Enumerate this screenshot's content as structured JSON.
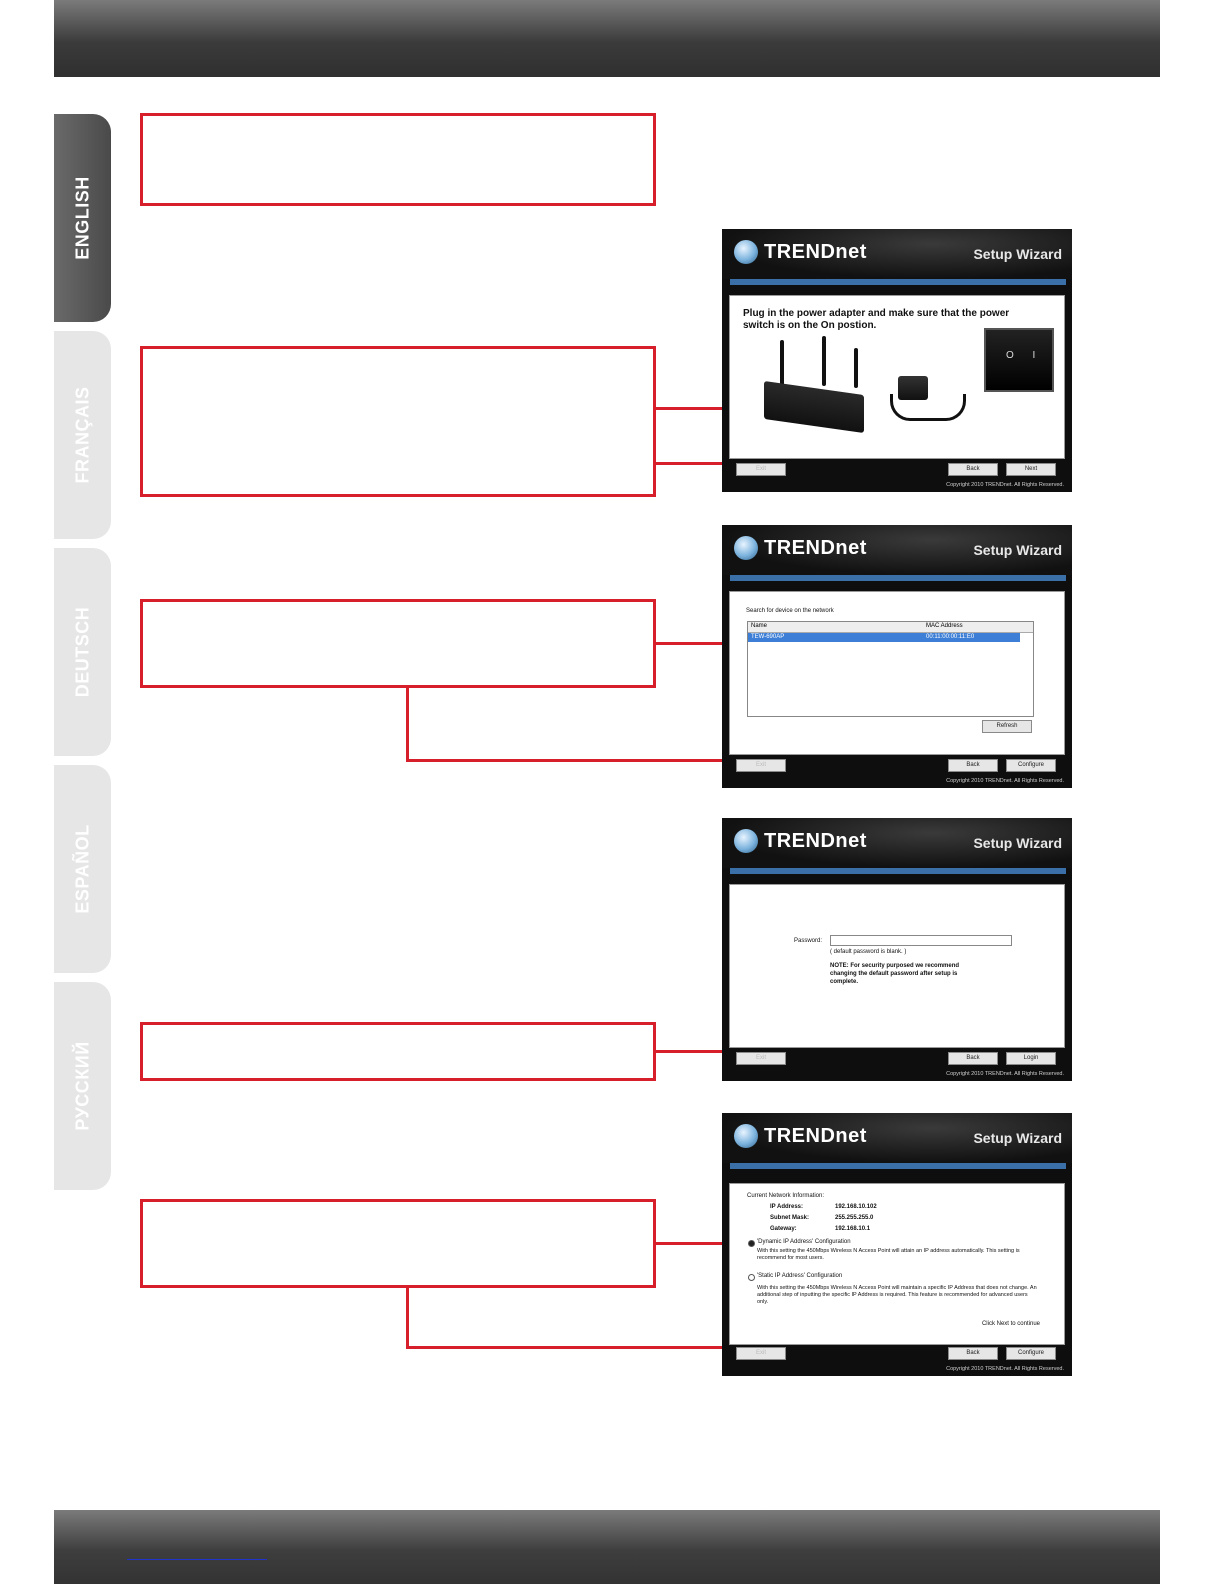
{
  "tabs": [
    {
      "label": "ENGLISH",
      "active": true
    },
    {
      "label": "FRANÇAIS",
      "active": false
    },
    {
      "label": "DEUTSCH",
      "active": false
    },
    {
      "label": "ESPAÑOL",
      "active": false
    },
    {
      "label": "РУССКИЙ",
      "active": false
    }
  ],
  "wizard": {
    "brand": "TRENDnet",
    "title": "Setup Wizard",
    "copyright": "Copyright 2010 TRENDnet. All Rights Reserved.",
    "exit_label": "Exit",
    "back_label": "Back"
  },
  "screen1": {
    "instruction": "Plug in the power adapter and make sure that the power switch is on the On postion.",
    "switch_label": "O I",
    "next_label": "Next"
  },
  "screen2": {
    "search_label": "Search for device on the network",
    "columns": [
      "Name",
      "MAC Address"
    ],
    "rows": [
      {
        "name": "TEW-690AP",
        "mac": "00:11:00:00:11:E0"
      }
    ],
    "refresh_label": "Refresh",
    "configure_label": "Configure"
  },
  "screen3": {
    "password_label": "Password:",
    "default_note": "( default password is blank. )",
    "note": "NOTE: For security purposed we recommend changing the default password after setup is complete.",
    "login_label": "Login"
  },
  "screen4": {
    "heading": "Current Network Information:",
    "ip_label": "IP Address:",
    "ip_value": "192.168.10.102",
    "mask_label": "Subnet Mask:",
    "mask_value": "255.255.255.0",
    "gw_label": "Gateway:",
    "gw_value": "192.168.10.1",
    "dynamic_label": "'Dynamic IP Address' Configuration",
    "dynamic_desc": "With this setting the 450Mbps Wireless N Access Point will attain an IP address automatically. This setting is recommend for most users.",
    "static_label": "'Static IP Address' Configuration",
    "static_desc": "With this setting the 450Mbps Wireless N Access Point will maintain a specific IP Address that does not change. An additional step of inputting the specific IP Address is required. This feature is recommended for advanced users only.",
    "continue_note": "Click Next to continue",
    "configure_label": "Configure"
  }
}
